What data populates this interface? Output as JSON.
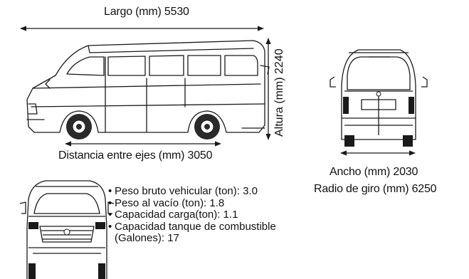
{
  "dimensions": {
    "length_label": "Largo (mm) 5530",
    "height_label": "Altura (mm) 2240",
    "wheelbase_label": "Distancia entre ejes (mm) 3050",
    "width_label": "Ancho (mm)  2030",
    "turning_radius_label": "Radio de giro (mm) 6250"
  },
  "specs": [
    {
      "text": "Peso bruto vehicular (ton): 3.0"
    },
    {
      "text": "Peso al vacío (ton): 1.8"
    },
    {
      "text": "Capacidad carga(ton): 1.1"
    },
    {
      "text": "Capacidad tanque de combustible",
      "continuation": "(Galones): 17"
    }
  ],
  "colors": {
    "line": "#1a1a1a",
    "wheel": "#2a2a2a",
    "text": "#111111"
  }
}
